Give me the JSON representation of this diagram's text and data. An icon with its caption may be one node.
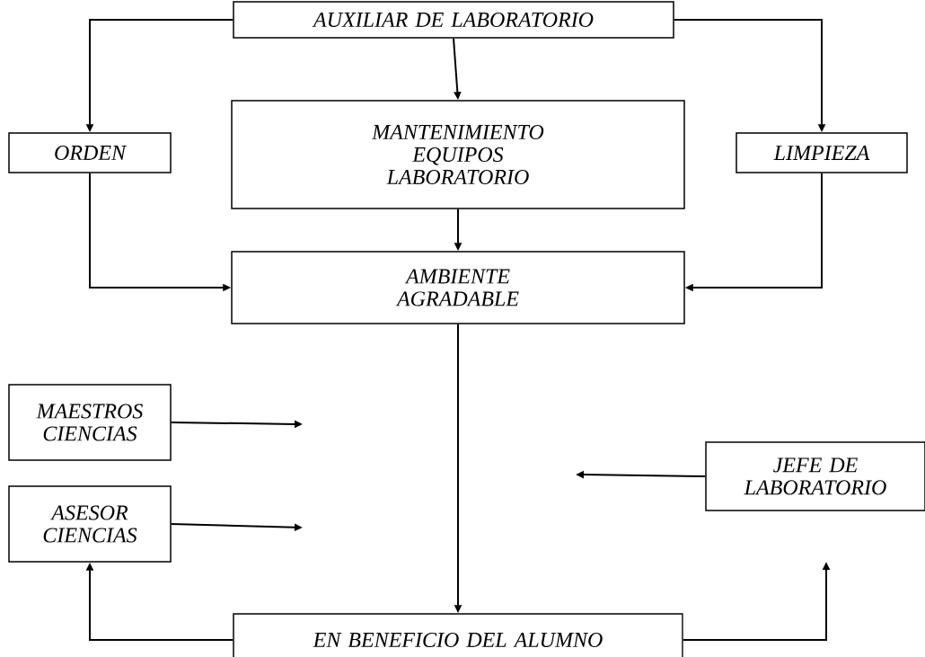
{
  "diagram": {
    "nodes": [
      {
        "text": [
          "AUXILIAR DE LABORATORIO"
        ]
      },
      {
        "text": [
          "ORDEN"
        ]
      },
      {
        "text": [
          "MANTENIMIENTO EQUIPOS LABORATORIO"
        ]
      },
      {
        "text": [
          "LIMPIEZA"
        ]
      },
      {
        "text": [
          "AMBIENTE AGRADABLE"
        ]
      },
      {
        "text": [
          "MAESTROS CIENCIAS"
        ]
      },
      {
        "text": [
          "ASESOR CIENCIAS"
        ]
      },
      {
        "text": [
          "JEFE DE LABORATORIO"
        ]
      },
      {
        "text": [
          "EN BENEFICIO DEL ALUMNO"
        ]
      }
    ],
    "edges": [
      {
        "from": 0,
        "to": 1,
        "arrow": "to"
      },
      {
        "from": 0,
        "to": 2,
        "arrow": "to"
      },
      {
        "from": 0,
        "to": 3,
        "arrow": "to"
      },
      {
        "from": 1,
        "to": 4,
        "arrow": "to"
      },
      {
        "from": 2,
        "to": 4,
        "arrow": "to"
      },
      {
        "from": 3,
        "to": 4,
        "arrow": "to"
      },
      {
        "from": 4,
        "to": 8,
        "arrow": "to"
      },
      {
        "from": 5,
        "to": null,
        "arrow": "to"
      },
      {
        "from": 6,
        "to": null,
        "arrow": "to"
      },
      {
        "from": 7,
        "to": null,
        "arrow": "to"
      },
      {
        "from": 8,
        "to": 6,
        "arrow": "to"
      },
      {
        "from": 8,
        "to": null,
        "arrow": "to"
      }
    ]
  }
}
